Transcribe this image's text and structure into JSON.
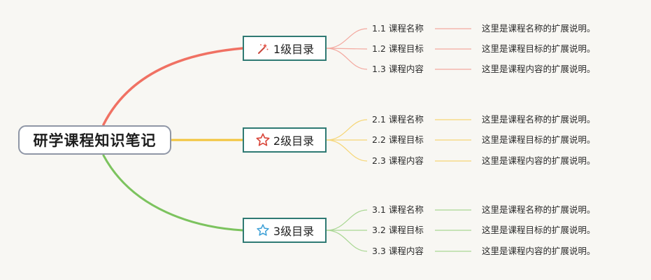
{
  "root": {
    "title": "研学课程知识笔记"
  },
  "branches": [
    {
      "label": "1级目录",
      "icon": "magic-wand-icon",
      "color": "#f07163",
      "items": [
        {
          "label": "1.1 课程名称",
          "desc": "这里是课程名称的扩展说明。"
        },
        {
          "label": "1.2 课程目标",
          "desc": "这里是课程目标的扩展说明。"
        },
        {
          "label": "1.3 课程内容",
          "desc": "这里是课程内容的扩展说明。"
        }
      ]
    },
    {
      "label": "2级目录",
      "icon": "red-star-outline-icon",
      "color": "#f2c43a",
      "items": [
        {
          "label": "2.1 课程名称",
          "desc": "这里是课程名称的扩展说明。"
        },
        {
          "label": "2.2 课程目标",
          "desc": "这里是课程目标的扩展说明。"
        },
        {
          "label": "2.3 课程内容",
          "desc": "这里是课程内容的扩展说明。"
        }
      ]
    },
    {
      "label": "3级目录",
      "icon": "blue-star-outline-icon",
      "color": "#7cc35e",
      "items": [
        {
          "label": "3.1 课程名称",
          "desc": "这里是课程名称的扩展说明。"
        },
        {
          "label": "3.2 课程目标",
          "desc": "这里是课程目标的扩展说明。"
        },
        {
          "label": "3.3 课程内容",
          "desc": "这里是课程内容的扩展说明。"
        }
      ]
    }
  ]
}
